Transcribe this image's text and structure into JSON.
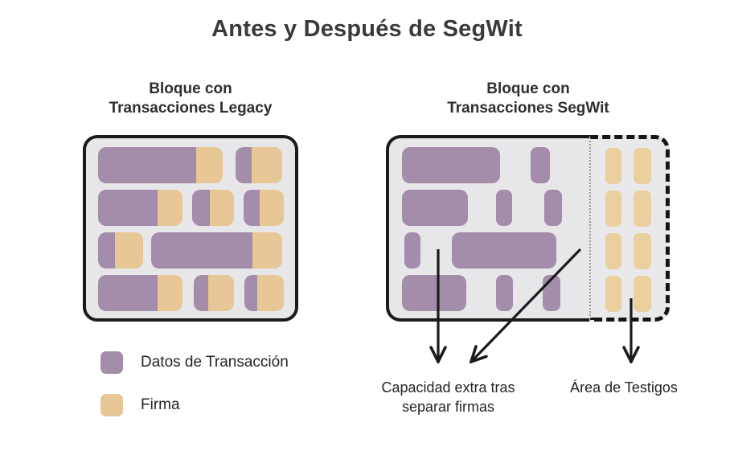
{
  "title": "Antes y Después de SegWit",
  "colors": {
    "purple": "#a48cab",
    "tan": "#e6c795",
    "witness_tan": "#eacf9f",
    "block_bg": "#e7e6e8",
    "witness_bg": "#e9e8ea",
    "border": "#1b1b1b",
    "arrow": "#1b1b1b",
    "title_color": "#3a3a3c",
    "text": "#242424",
    "divider": "#9a9a9a"
  },
  "legacy_block": {
    "heading_line1": "Bloque con",
    "heading_line2": "Transacciones Legacy",
    "rows": [
      [
        {
          "w": 155,
          "p": 0.79
        },
        {
          "w": 58,
          "p": 0.35,
          "ml": 16
        }
      ],
      [
        {
          "w": 105,
          "p": 0.7
        },
        {
          "w": 52,
          "p": 0.42,
          "ml": 12
        },
        {
          "w": 50,
          "p": 0.4,
          "ml": 12
        }
      ],
      [
        {
          "w": 56,
          "p": 0.38
        },
        {
          "w": 163,
          "p": 0.77,
          "ml": 10
        }
      ],
      [
        {
          "w": 105,
          "p": 0.7
        },
        {
          "w": 50,
          "p": 0.36,
          "ml": 14
        },
        {
          "w": 49,
          "p": 0.33,
          "ml": 13
        }
      ]
    ]
  },
  "segwit_block": {
    "heading_line1": "Bloque con",
    "heading_line2": "Transacciones SegWit",
    "main_rows": [
      [
        {
          "w": 122,
          "p": 1
        },
        {
          "w": 24,
          "p": 1,
          "ml": 38
        }
      ],
      [
        {
          "w": 82,
          "p": 1
        },
        {
          "w": 20,
          "p": 1,
          "ml": 35
        },
        {
          "w": 22,
          "p": 1,
          "ml": 40
        }
      ],
      [
        {
          "w": 20,
          "p": 1,
          "ml": 3
        },
        {
          "w": 130,
          "p": 1,
          "ml": 39
        }
      ],
      [
        {
          "w": 80,
          "p": 1
        },
        {
          "w": 21,
          "p": 1,
          "ml": 37
        },
        {
          "w": 22,
          "p": 1,
          "ml": 37
        }
      ]
    ],
    "witness_rows": [
      [
        {
          "w": 20,
          "p": 0
        },
        {
          "w": 22,
          "p": 0,
          "ml": 15
        }
      ],
      [
        {
          "w": 20,
          "p": 0
        },
        {
          "w": 22,
          "p": 0,
          "ml": 15
        }
      ],
      [
        {
          "w": 20,
          "p": 0
        },
        {
          "w": 22,
          "p": 0,
          "ml": 15
        }
      ],
      [
        {
          "w": 20,
          "p": 0
        },
        {
          "w": 22,
          "p": 0,
          "ml": 15
        }
      ]
    ]
  },
  "legend": {
    "items": [
      {
        "label": "Datos de Transacción",
        "color_key": "purple"
      },
      {
        "label": "Firma",
        "color_key": "tan"
      }
    ]
  },
  "annotations": {
    "capacity_line1": "Capacidad extra tras",
    "capacity_line2": "separar firmas",
    "witness_label": "Área de Testigos"
  }
}
